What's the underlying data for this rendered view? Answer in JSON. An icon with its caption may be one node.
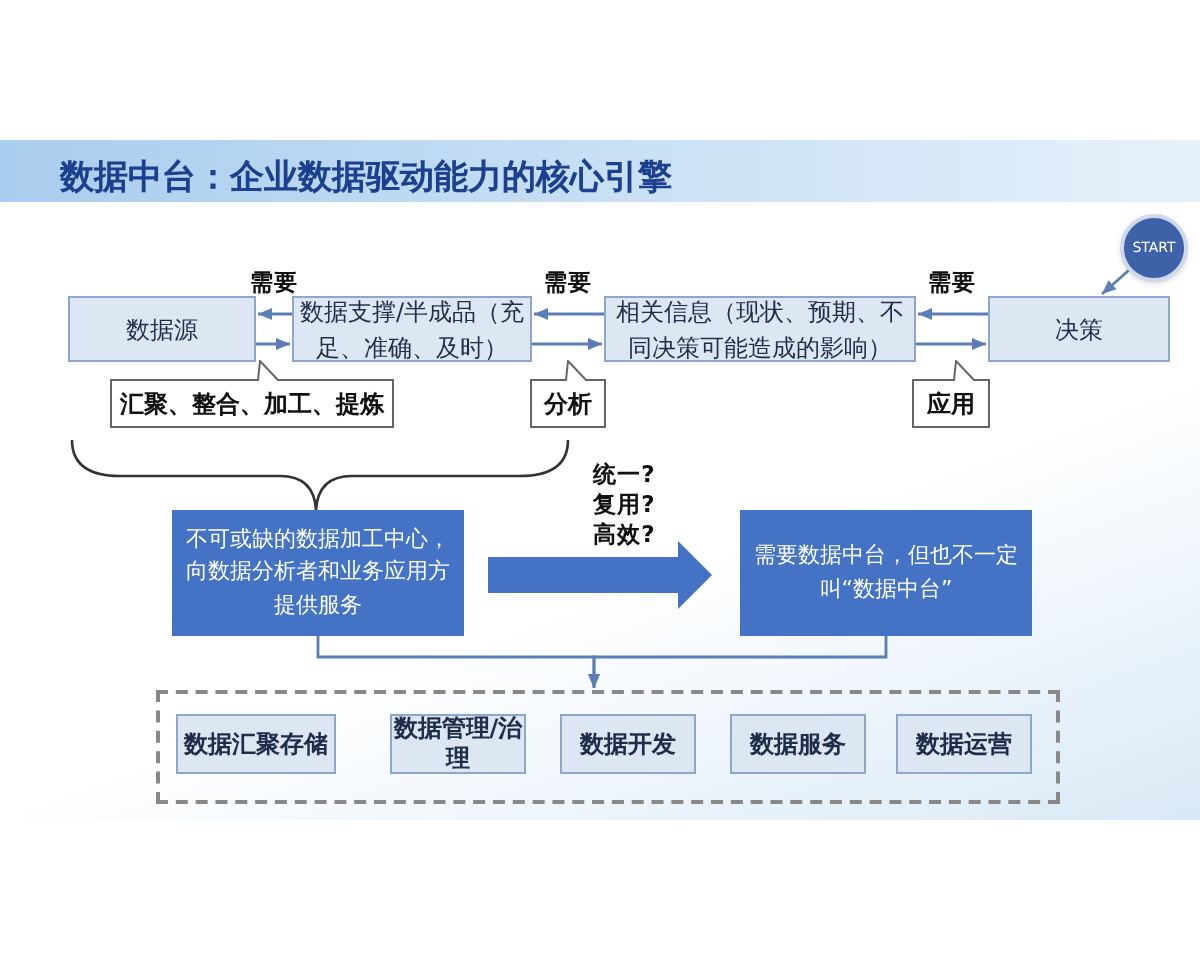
{
  "diagram": {
    "title": "数据中台：企业数据驱动能力的核心引擎",
    "nodes": [
      {
        "text": [
          "数据源"
        ]
      },
      {
        "text": [
          "数据支撑/半成品（充足、准确、及时）"
        ]
      },
      {
        "text": [
          "相关信息（现状、预期、不同决策可能造成的影响）"
        ]
      },
      {
        "text": [
          "决策"
        ]
      },
      {
        "text": [
          "START"
        ]
      },
      {
        "text": [
          "汇聚、整合、加工、提炼"
        ]
      },
      {
        "text": [
          "分析"
        ]
      },
      {
        "text": [
          "应用"
        ]
      },
      {
        "text": [
          "不可或缺的数据加工中心，向数据分析者和业务应用方提供服务"
        ]
      },
      {
        "text": [
          "需要数据中台，但也不一定叫“数据中台”"
        ]
      },
      {
        "text": [],
        "shape": "box"
      },
      {
        "text": [
          "数据汇聚存储"
        ],
        "in": 10
      },
      {
        "text": [
          "数据管理/治理"
        ],
        "in": 10
      },
      {
        "text": [
          "数据开发"
        ],
        "in": 10
      },
      {
        "text": [
          "数据服务"
        ],
        "in": 10
      },
      {
        "text": [
          "数据运营"
        ],
        "in": 10
      }
    ],
    "edges": [
      {
        "from": 1,
        "to": 0,
        "arrow": "to",
        "label": "需要"
      },
      {
        "from": 0,
        "to": 1,
        "arrow": "to"
      },
      {
        "from": 2,
        "to": 1,
        "arrow": "to",
        "label": "需要"
      },
      {
        "from": 1,
        "to": 2,
        "arrow": "to"
      },
      {
        "from": 3,
        "to": 2,
        "arrow": "to",
        "label": "需要"
      },
      {
        "from": 2,
        "to": 3,
        "arrow": "to"
      },
      {
        "from": 4,
        "to": 3,
        "arrow": "to"
      },
      {
        "from": 8,
        "to": 9,
        "arrow": "to",
        "label": "统一? 复用? 高效?",
        "style": "thick",
        "color": "#4472c4"
      },
      {
        "from": 8,
        "to": 10,
        "arrow": "to"
      },
      {
        "from": 9,
        "to": 10,
        "arrow": "to"
      }
    ]
  }
}
